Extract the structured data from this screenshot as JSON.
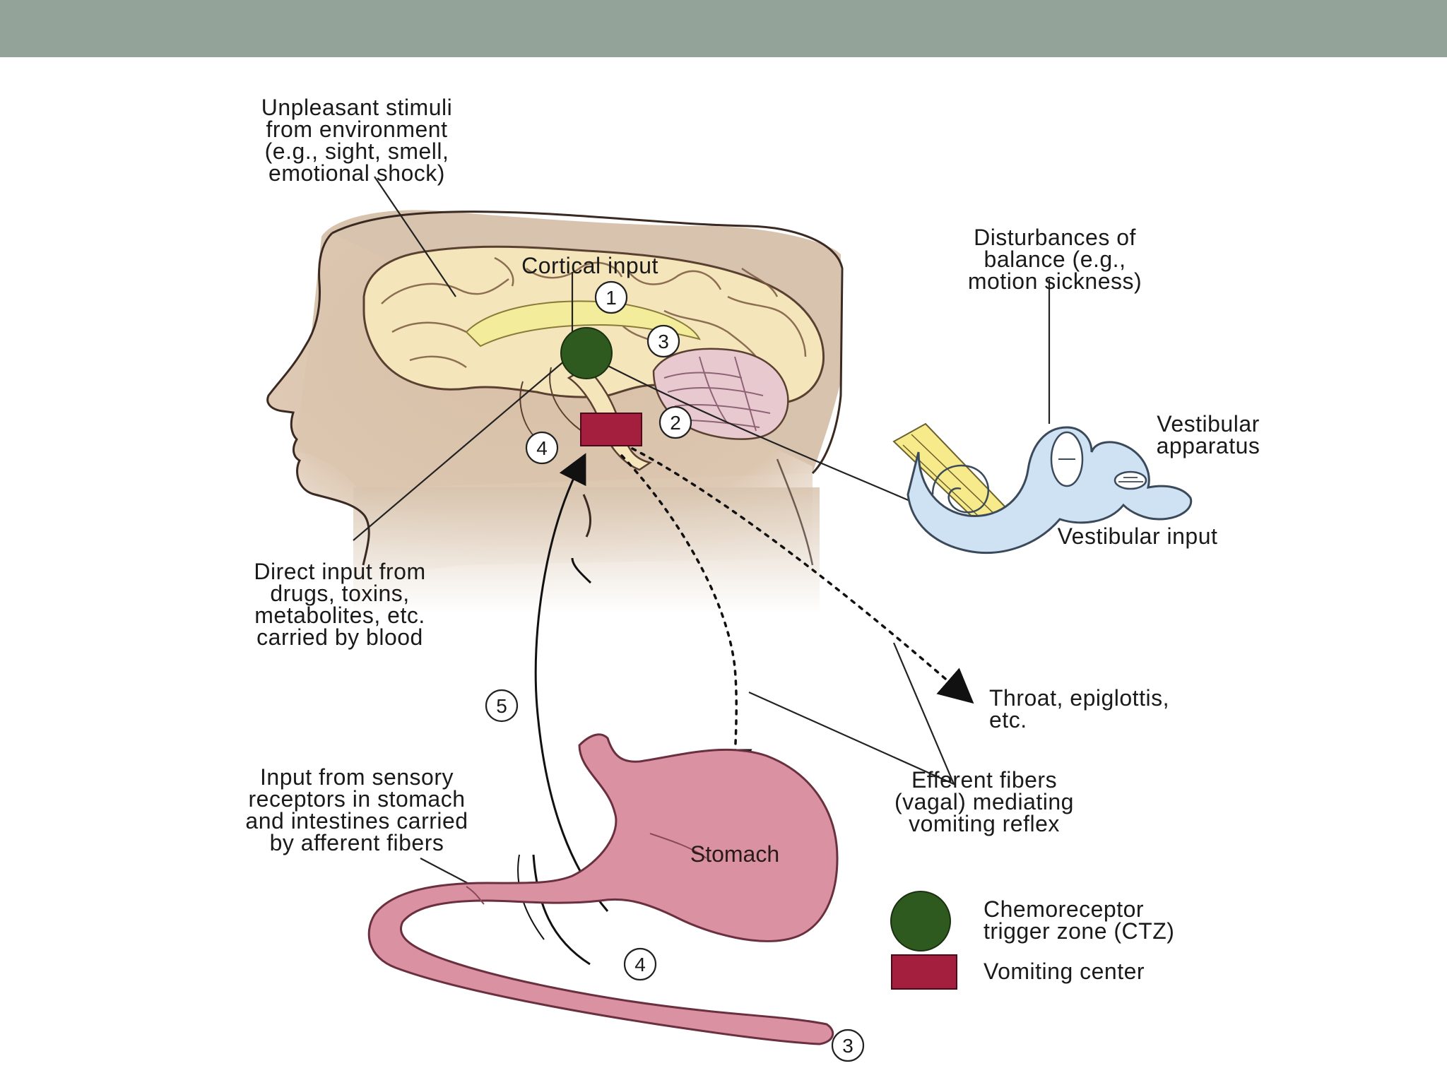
{
  "colors": {
    "header_bar": "#93a39a",
    "ctz": "#2f5a1f",
    "vomiting_center": "#a31f3d",
    "stomach": "#d98ea0",
    "head_skin": "#d2b9a0",
    "brain": "#f4e3b8",
    "vestibular": "#c8dcf0"
  },
  "labels": {
    "environment": [
      "Unpleasant stimuli",
      "from environment",
      "(e.g., sight, smell,",
      "emotional shock)"
    ],
    "cortical": "Cortical input",
    "balance": [
      "Disturbances of",
      "balance (e.g.,",
      "motion sickness)"
    ],
    "vestibular_apparatus": [
      "Vestibular",
      "apparatus"
    ],
    "vestibular_input": "Vestibular input",
    "direct_input": [
      "Direct input from",
      "drugs, toxins,",
      "metabolites, etc.",
      "carried by blood"
    ],
    "throat": [
      "Throat, epiglottis,",
      "etc."
    ],
    "efferent": [
      "Efferent fibers",
      "(vagal) mediating",
      "vomiting reflex"
    ],
    "sensory": [
      "Input from sensory",
      "receptors in stomach",
      "and intestines carried",
      "by afferent fibers"
    ],
    "stomach": "Stomach"
  },
  "markers": {
    "m1": "1",
    "m3a": "3",
    "m2": "2",
    "m4a": "4",
    "m5": "5",
    "m4b": "4",
    "m3b": "3"
  },
  "legend": {
    "ctz": [
      "Chemoreceptor",
      "trigger zone (CTZ)"
    ],
    "vomiting": "Vomiting center"
  }
}
